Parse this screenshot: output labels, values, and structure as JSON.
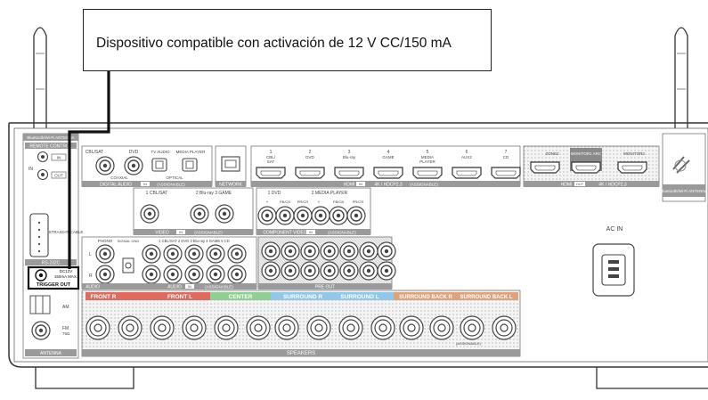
{
  "callout": {
    "text": "Dispositivo compatible con activación de 12 V CC/150 mA"
  },
  "left_panel": {
    "bt_label": "Bluetooth/Wi-Fi ANTENNA",
    "remote_title": "REMOTE CONTROL",
    "in": "IN",
    "in_port": "IN",
    "out_port": "OUT",
    "rs232": "RS-232C",
    "straight_cable": "STRAIGHT CABLE",
    "trigger_line1": "DC12V",
    "trigger_line2": "150mA MAX.",
    "trigger_title": "TRIGGER OUT",
    "am": "AM",
    "fm": "FM",
    "fm_ohm": "75Ω",
    "antenna": "ANTENNA"
  },
  "digital_audio": {
    "cbl_sat": "CBL/SAT",
    "dvd": "DVD",
    "tv_audio": "TV AUDIO",
    "media_player": "MEDIA PLAYER",
    "coaxial": "COAXIAL",
    "optical": "OPTICAL",
    "title": "DIGITAL AUDIO",
    "assignable": "(ASSIGNABLE)",
    "in_badge": "IN"
  },
  "network": {
    "label": "NETWORK"
  },
  "hdmi_in": {
    "ports": [
      {
        "num": "1",
        "name": "CBL/ SAT"
      },
      {
        "num": "2",
        "name": "DVD"
      },
      {
        "num": "3",
        "name": "Blu-ray"
      },
      {
        "num": "4",
        "name": "GAME"
      },
      {
        "num": "5",
        "name": "MEDIA PLAYER"
      },
      {
        "num": "6",
        "name": "AUX2"
      },
      {
        "num": "7",
        "name": "CD"
      }
    ],
    "title": "HDMI",
    "spec": "4K / HDCP2.3",
    "assignable": "(ASSIGNABLE)",
    "in_badge": "IN"
  },
  "hdmi_out": {
    "zone2": "ZONE2",
    "monitor1": "MONITOR1 ARC",
    "monitor2": "MONITOR2",
    "title": "HDMI",
    "spec": "4K / HDCP2.3",
    "out_badge": "OUT"
  },
  "right_panel": {
    "bt_label": "Bluetooth/Wi-Fi ANTENNA",
    "ac_in": "AC IN"
  },
  "video": {
    "cbl_sat": "1 CBL/SAT",
    "bluray_game": "2 Blu-ray  3 GAME",
    "title": "VIDEO",
    "assignable": "(ASSIGNABLE)",
    "in_badge": "IN"
  },
  "component": {
    "dvd": "1 DVD",
    "media_player": "2 MEDIA PLAYER",
    "y": "Y",
    "pb": "PB/CB",
    "pr": "PR/CR",
    "title": "COMPONENT VIDEO",
    "assignable": "(ASSIGNABLE)",
    "in_badge": "IN"
  },
  "audio": {
    "phono": "PHONO",
    "signal_gnd": "SIGNAL GND",
    "inputs": "1 CBL/SAT  2 DVD  3 Blu-ray  4 GAME  5 CD",
    "audio_label": "AUDIO",
    "title": "AUDIO",
    "assignable": "(ASSIGNABLE)",
    "in_badge": "IN",
    "l": "L",
    "r": "R"
  },
  "pre_out": {
    "title": "PRE OUT"
  },
  "speakers": {
    "front_r": "FRONT R",
    "front_l": "FRONT L",
    "center": "CENTER",
    "surround_r": "SURROUND R",
    "surround_l": "SURROUND L",
    "surround_back_r": "SURROUND BACK R",
    "surround_back_l": "SURROUND BACK L",
    "assignable": "(ASSIGNABLE)",
    "title": "SPEAKERS"
  },
  "colors": {
    "front": "#e06b5c",
    "center": "#8ecf92",
    "surround": "#8fc8ea",
    "surround_back": "#e0a27a",
    "trigger_highlight": "#111111"
  }
}
